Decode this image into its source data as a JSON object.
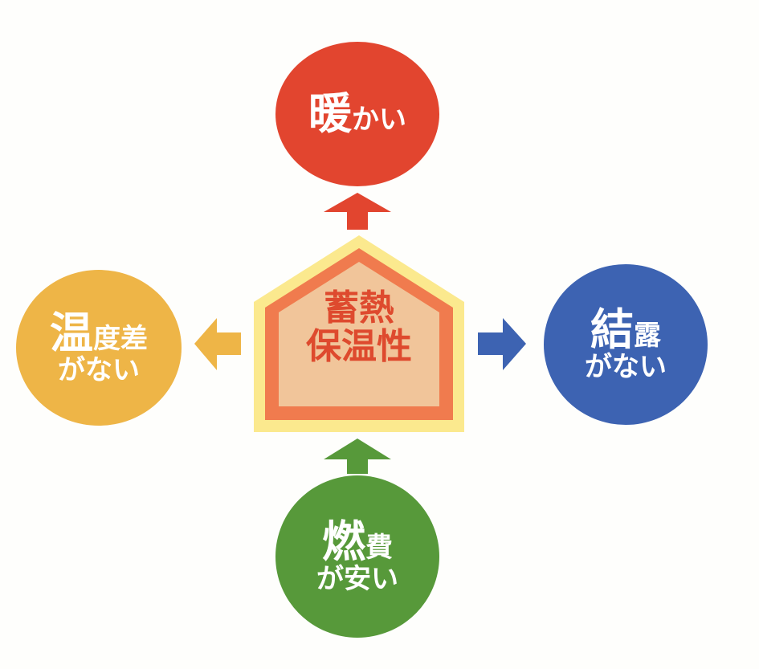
{
  "center": {
    "line1": "蓄熱",
    "line2": "保温性"
  },
  "nodes": {
    "top": {
      "big": "暖",
      "small": "かい"
    },
    "left": {
      "big": "温",
      "small": "度差",
      "line2": "がない"
    },
    "right": {
      "big": "結",
      "small": "露",
      "line2": "がない"
    },
    "bottom": {
      "big": "燃",
      "small": "費",
      "line2": "が安い"
    }
  },
  "colors": {
    "top": "#e2452f",
    "left": "#eeb547",
    "right": "#3d63b2",
    "bottom": "#57993a",
    "house_outer": "#fbe98e",
    "house_mid": "#f07b4e",
    "house_inner": "#f1c59a",
    "center_text": "#de4a2e",
    "text": "#ffffff",
    "background": "#fefefc"
  }
}
